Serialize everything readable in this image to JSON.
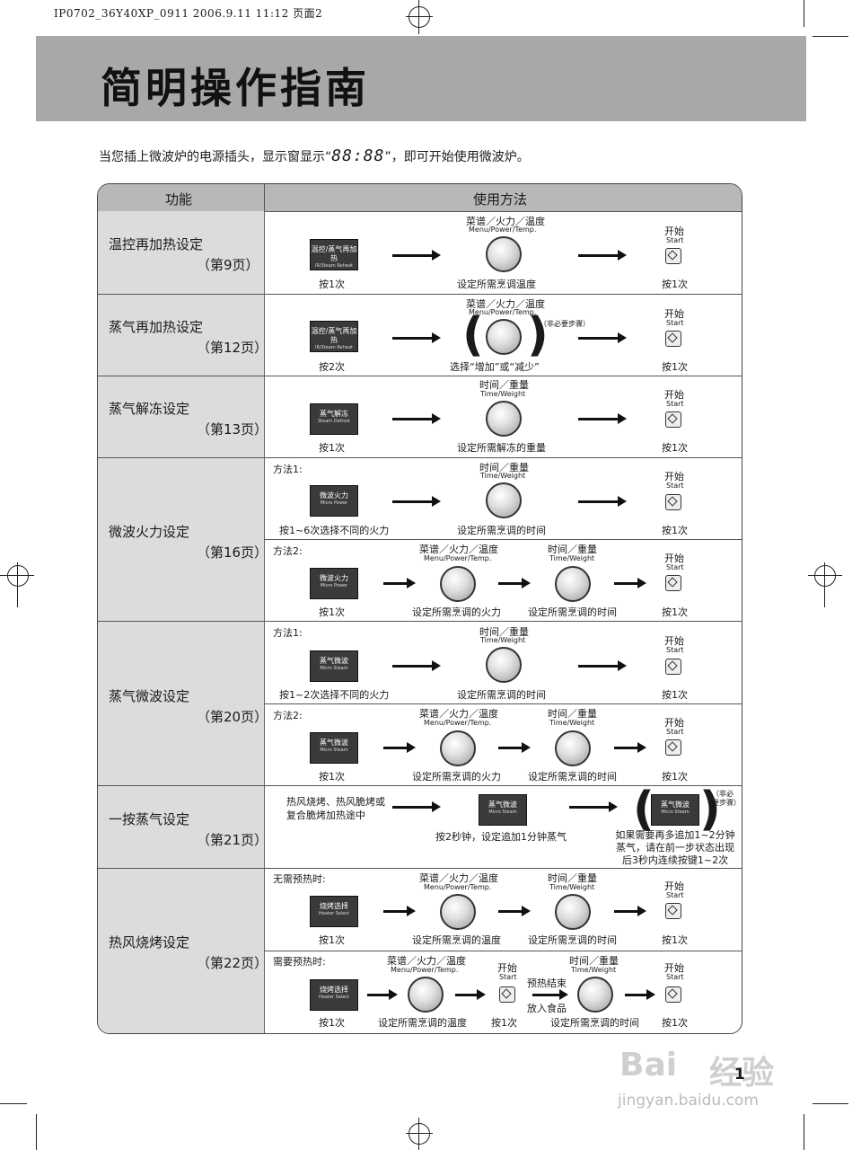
{
  "meta_line": "IP0702_36Y40XP_0911  2006.9.11 11:12  页面2",
  "title": "简明操作指南",
  "intro": {
    "before": "当您插上微波炉的电源插头，显示窗显示“",
    "display": "88:88",
    "after": "”，即可开始使用微波炉。"
  },
  "headers": {
    "function": "功能",
    "usage": "使用方法"
  },
  "labels": {
    "menu_cn": "菜谱／火力／温度",
    "menu_en": "Menu/Power/Temp.",
    "time_cn": "时间／重量",
    "time_en": "Time/Weight",
    "start_cn": "开始",
    "start_en": "Start",
    "press1": "按1次",
    "press2": "按2次",
    "optional": "（非必要步骤）",
    "method1": "方法1:",
    "method2": "方法2:",
    "set_temp": "设定所需烹调温度",
    "set_thaw_weight": "设定所需解冻的重量",
    "set_time": "设定所需烹调的时间",
    "set_power": "设定所需烹调的火力",
    "set_temp2": "设定所需烹调的温度",
    "choose_incdec": "选择“增加”或“减少”",
    "press_1_6": "按1~6次选择不同的火力",
    "press_1_2": "按1~2次选择不同的火力",
    "no_preheat": "无需预热时:",
    "need_preheat": "需要预热时:",
    "preheat_done": "预热结束",
    "put_food": "放入食品",
    "oneshot_cond": "热风烧烤、热风脆烤或复合脆烤加热途中",
    "oneshot_press": "按2秒钟，设定追加1分钟蒸气",
    "oneshot_more": "如果需要再多追加1~2分钟蒸气，请在前一步状态出现后3秒内连续按键1~2次",
    "optional2": "（非必要步骤）"
  },
  "buttons": {
    "reheat": {
      "cn": "温控/蒸气再加热",
      "en": "IR/Steam Reheat"
    },
    "defrost": {
      "cn": "蒸气解冻",
      "en": "Steam Defrost"
    },
    "micro_power": {
      "cn": "微波火力",
      "en": "Micro Power"
    },
    "micro_steam": {
      "cn": "蒸气微波",
      "en": "Micro Steam"
    },
    "heater": {
      "cn": "烧烤选择",
      "en": "Heater Select"
    }
  },
  "functions": [
    {
      "name": "温控再加热设定",
      "page": "（第9页）"
    },
    {
      "name": "蒸气再加热设定",
      "page": "（第12页）"
    },
    {
      "name": "蒸气解冻设定",
      "page": "（第13页）"
    },
    {
      "name": "微波火力设定",
      "page": "（第16页）"
    },
    {
      "name": "蒸气微波设定",
      "page": "（第20页）"
    },
    {
      "name": "一按蒸气设定",
      "page": "（第21页）"
    },
    {
      "name": "热风烧烤设定",
      "page": "（第22页）"
    }
  ],
  "page_number": "1",
  "watermark": {
    "brand": "Bai",
    "brand2": "经验",
    "url": "jingyan.baidu.com"
  }
}
